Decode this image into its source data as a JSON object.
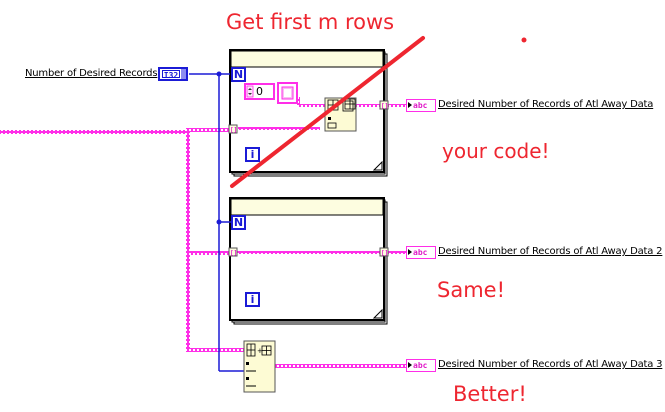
{
  "diagram": {
    "type": "LabVIEW block diagram",
    "control": {
      "label": "Number of Desired Records",
      "terminal_type": "I32"
    },
    "indicators": [
      {
        "label": "Desired Number of Records of Atl Away Data",
        "terminal_type": "abc"
      },
      {
        "label": "Desired Number of Records of Atl Away Data 2",
        "terminal_type": "abc"
      },
      {
        "label": "Desired Number of Records of Atl Away Data 3",
        "terminal_type": "abc"
      }
    ],
    "for_loops": [
      {
        "name": "for-loop-1",
        "count_terminal": "N",
        "iteration_terminal": "i",
        "crossed_out": true,
        "contents": [
          "numeric constant 0",
          "empty array",
          "replace/insert array subset node"
        ]
      },
      {
        "name": "for-loop-2",
        "count_terminal": "N",
        "iteration_terminal": "i",
        "crossed_out": false,
        "contents": [
          "auto-indexed tunnel wire"
        ]
      }
    ],
    "standalone_node": "Array Subset",
    "numeric_constant": "0",
    "colors": {
      "wire_string_array": "#ff2ee8",
      "wire_numeric": "#1b1bd6",
      "annotation": "#ee2630",
      "loop_header": "#fdfde0",
      "node_fill": "#fdfbd4"
    }
  },
  "annotations": {
    "title": "Get first m rows",
    "note_1": "your code!",
    "note_2": "Same!",
    "note_3": "Better!"
  }
}
